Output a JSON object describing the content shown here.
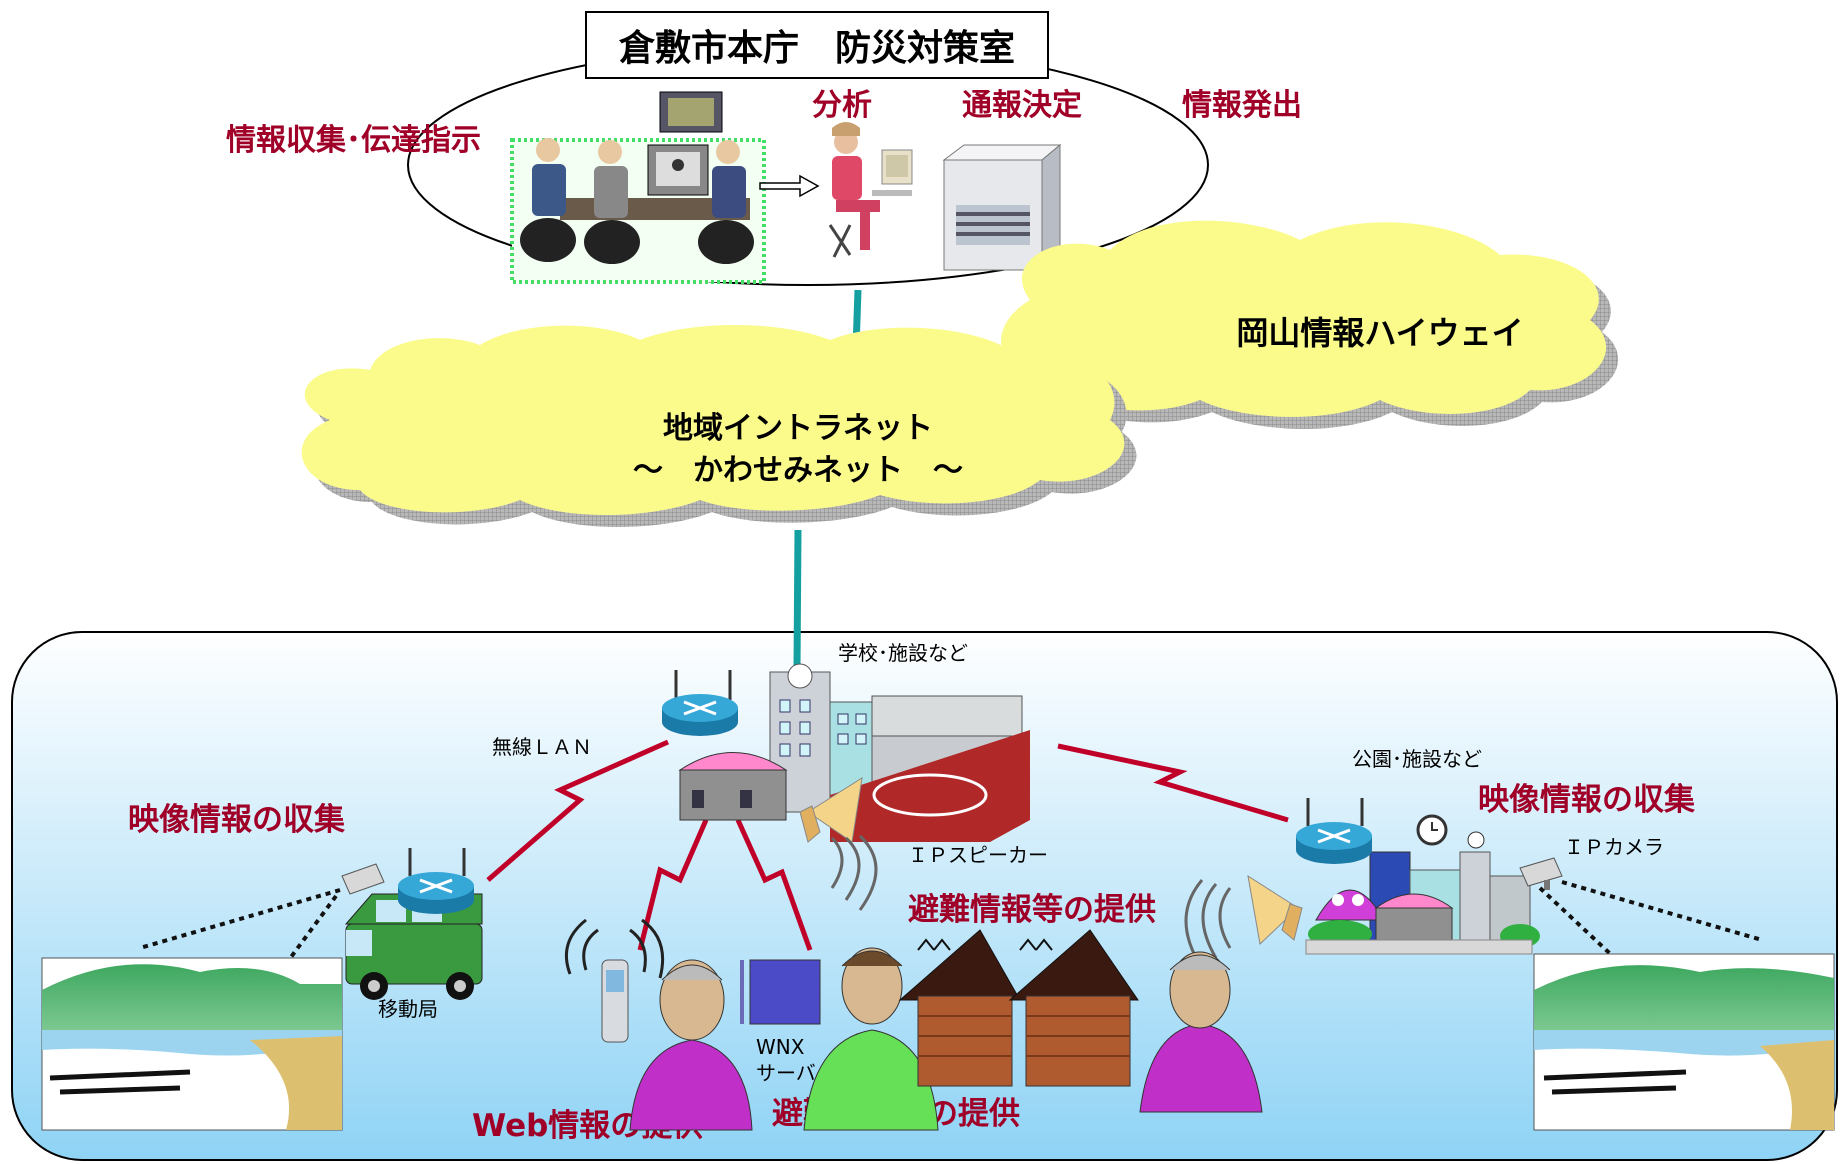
{
  "hq": {
    "title": "倉敷市本庁　防災対策室",
    "collect": "情報収集･伝達指示",
    "analysis": "分析",
    "decision": "通報決定",
    "dispatch": "情報発出"
  },
  "networks": {
    "highway": "岡山情報ハイウェイ",
    "intranet_line1": "地域イントラネット",
    "intranet_line2": "～　かわせみネット　～"
  },
  "field": {
    "school": "学校･施設など",
    "wireless_lan": "無線ＬＡＮ",
    "park": "公園･施設など",
    "video_left": "映像情報の収集",
    "video_right": "映像情報の収集",
    "ip_speaker": "ＩＰスピーカー",
    "ip_camera": "ＩＰカメラ",
    "evac_upper": "避難情報等の提供",
    "evac_lower": "避難情報等の提供",
    "mobile_station": "移動局",
    "wnx_line1": "WNX",
    "wnx_line2": "サーバ",
    "web_info": "Web情報の提供"
  },
  "colors": {
    "cloud": "#fbfb8c",
    "panel_top": "#ffffff",
    "panel_bottom": "#8fd3f5",
    "accent_red": "#a00028",
    "link_teal": "#14a0a0"
  }
}
